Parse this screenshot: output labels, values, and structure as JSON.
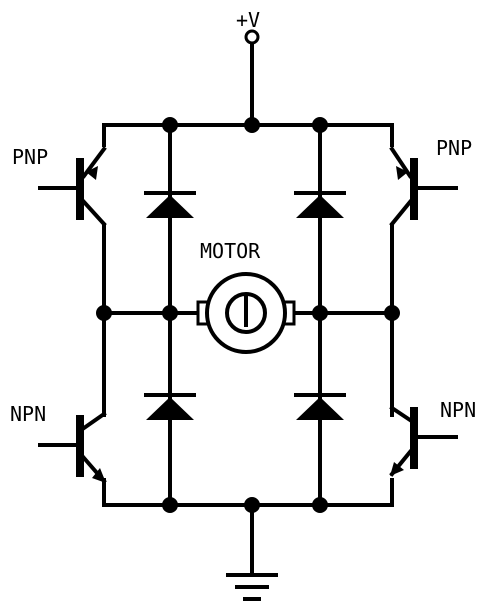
{
  "labels": {
    "supply": "+V",
    "motor": "MOTOR",
    "top_left_transistor": "PNP",
    "top_right_transistor": "PNP",
    "bottom_left_transistor": "NPN",
    "bottom_right_transistor": "NPN"
  },
  "colors": {
    "ink": "#000000",
    "background": "#ffffff"
  }
}
